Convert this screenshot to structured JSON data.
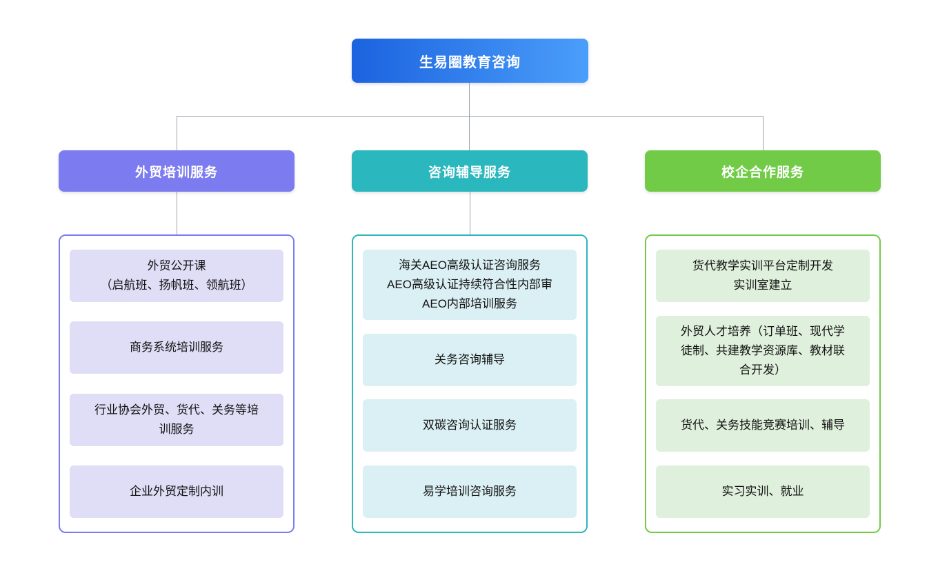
{
  "canvas": {
    "background": "#FFFFFF",
    "connector_color": "#99A1AB"
  },
  "root": {
    "label": "生易圈教育咨询",
    "gradient_start": "#1B63DF",
    "gradient_end": "#4B9EFA",
    "text_color": "#FFFFFF"
  },
  "branches": [
    {
      "label": "外贸培训服务",
      "header_color": "#7C7BEF",
      "item_bg": "#E0DDF6",
      "items": [
        "外贸公开课\n（启航班、扬帆班、领航班）",
        "商务系统培训服务",
        "行业协会外贸、货代、关务等培\n训服务",
        "企业外贸定制内训"
      ]
    },
    {
      "label": "咨询辅导服务",
      "header_color": "#2AB7BD",
      "item_bg": "#DBF0F4",
      "items": [
        "海关AEO高级认证咨询服务\nAEO高级认证持续符合性内部审\nAEO内部培训服务",
        "关务咨询辅导",
        "双碳咨询认证服务",
        "易学培训咨询服务"
      ]
    },
    {
      "label": "校企合作服务",
      "header_color": "#71CB47",
      "item_bg": "#DFF0DC",
      "items": [
        "货代教学实训平台定制开发\n实训室建立",
        "外贸人才培养（订单班、现代学\n徒制、共建教学资源库、教材联\n合开发）",
        "货代、关务技能竞赛培训、辅导",
        "实习实训、就业"
      ]
    }
  ]
}
